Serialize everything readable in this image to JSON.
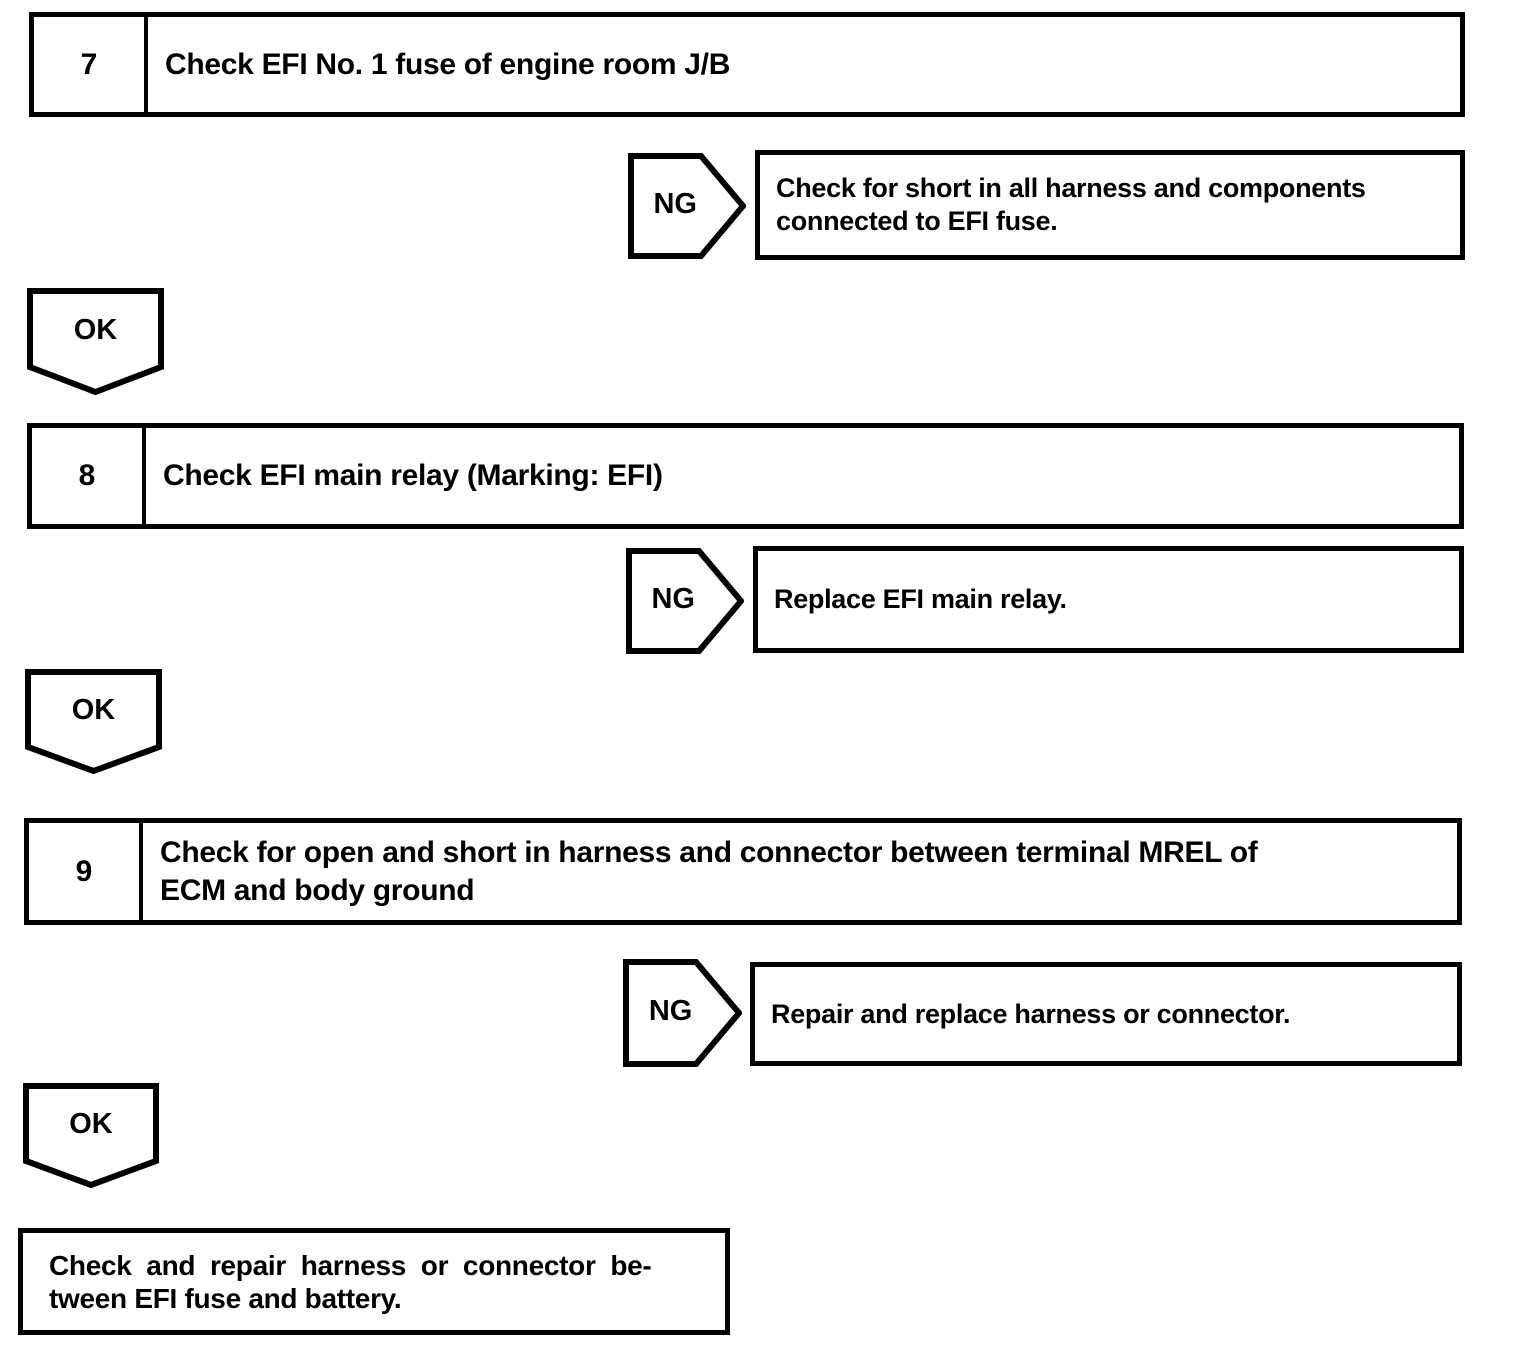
{
  "palette": {
    "ink": "#000000",
    "paper": "#ffffff"
  },
  "steps": [
    {
      "number": "7",
      "title_lines": [
        "Check EFI No. 1 fuse of engine room J/B"
      ],
      "ng_label": "NG",
      "ng_result_lines": [
        "Check for short in all harness and components",
        "connected to EFI fuse."
      ],
      "ok_label": "OK"
    },
    {
      "number": "8",
      "title_lines": [
        "Check EFI main relay (Marking: EFI)"
      ],
      "ng_label": "NG",
      "ng_result_lines": [
        "Replace EFI main relay."
      ],
      "ok_label": "OK"
    },
    {
      "number": "9",
      "title_lines": [
        "Check for open and short in harness and connector between terminal MREL of",
        "ECM and body ground"
      ],
      "ng_label": "NG",
      "ng_result_lines": [
        "Repair and replace harness or connector."
      ],
      "ok_label": "OK"
    }
  ],
  "final_box": {
    "lines": [
      "Check and repair harness or connector be-",
      "tween EFI fuse and battery."
    ]
  }
}
